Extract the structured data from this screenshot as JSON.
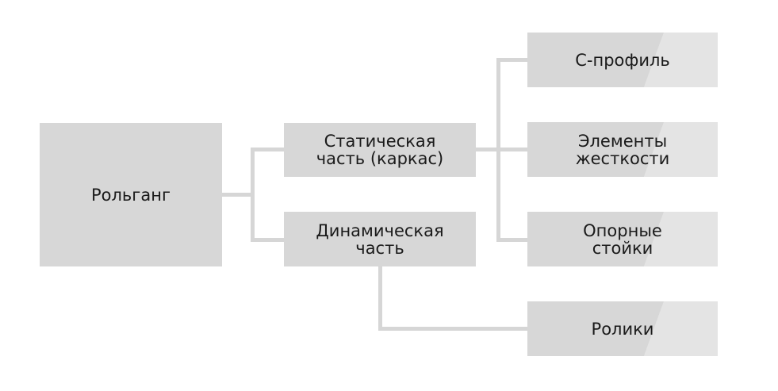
{
  "nodes": {
    "root": "Рольганг",
    "static_part": "Статическая часть (каркас)",
    "dynamic_part": "Динамическая часть",
    "c_profile": "С-профиль",
    "stiffeners": "Элементы жесткости",
    "supports": "Опорные стойки",
    "rollers": "Ролики"
  }
}
